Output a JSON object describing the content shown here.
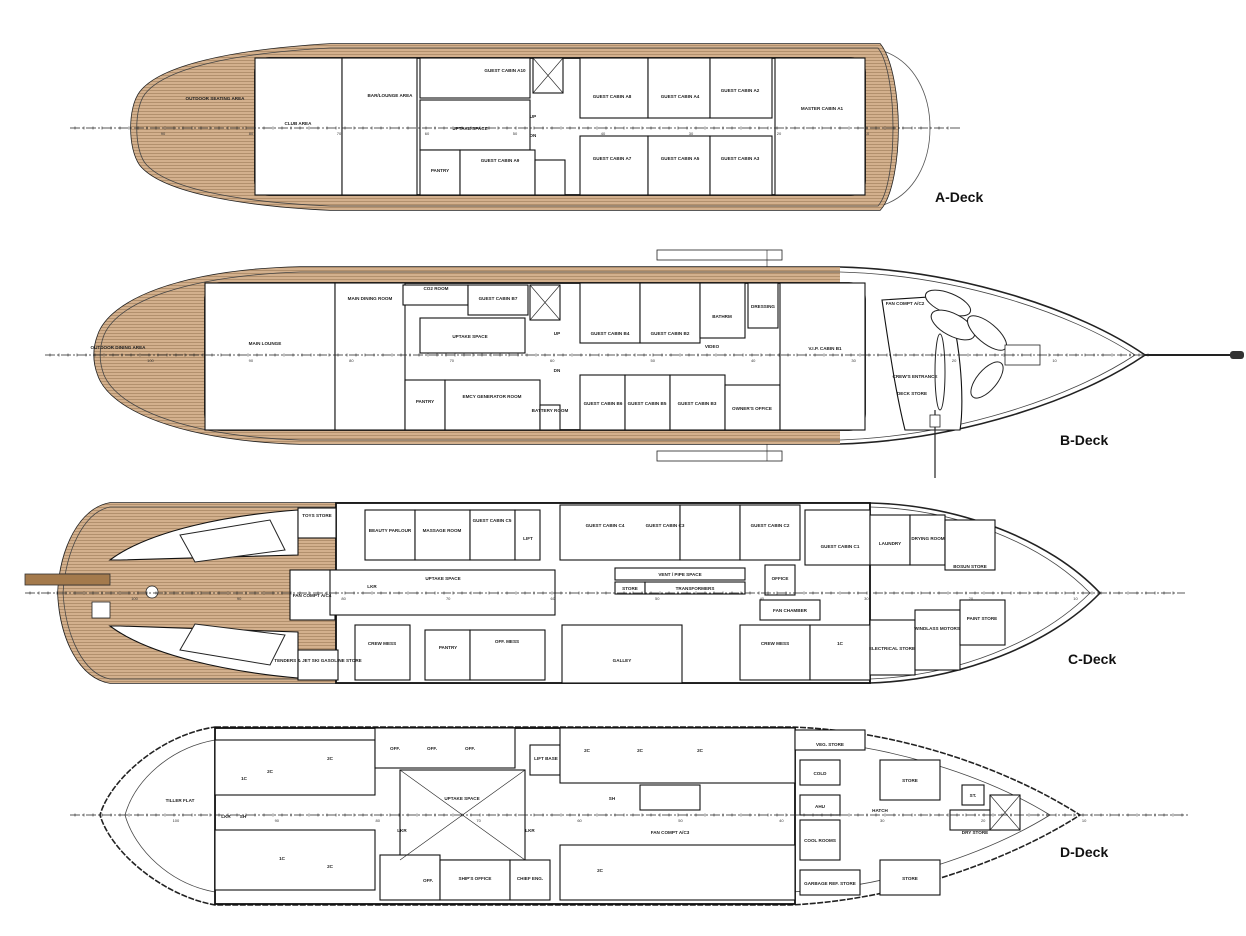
{
  "colors": {
    "teak": "#d3b08d",
    "teak_line": "#9c7a58",
    "bowsprit": "#a47a4c",
    "line": "#111111"
  },
  "decks": [
    {
      "title": "A-Deck",
      "rooms": [
        "OUTDOOR SEATING AREA",
        "CLUB AREA",
        "BAR/LOUNGE AREA",
        "UPTAKE SPACE",
        "PANTRY",
        "GUEST CABIN A9",
        "GUEST CABIN A10",
        "GUEST CABIN A8",
        "GUEST CABIN A4",
        "GUEST CABIN A2",
        "GUEST CABIN A7",
        "GUEST CABIN A5",
        "GUEST CABIN A3",
        "MASTER CABIN A1",
        "UP",
        "DN"
      ],
      "frames": [
        "10",
        "20",
        "30",
        "40",
        "50",
        "60",
        "70",
        "80",
        "90"
      ]
    },
    {
      "title": "B-Deck",
      "rooms": [
        "OUTDOOR DINING AREA",
        "MAIN LOUNGE",
        "MAIN DINING ROOM",
        "CO2 ROOM",
        "GUEST CABIN B7",
        "UPTAKE SPACE",
        "PANTRY",
        "EMCY GENERATOR ROOM",
        "BATTERY ROOM",
        "GUEST CABIN B4",
        "GUEST CABIN B2",
        "BATHRM",
        "DRESSING",
        "VIDEO",
        "V.I.P. CABIN B1",
        "GUEST CABIN B6",
        "GUEST CABIN B5",
        "GUEST CABIN B3",
        "OWNER'S OFFICE",
        "FAN COMPT A/C2",
        "CREW'S ENTRANCE",
        "DECK STORE",
        "UP",
        "DN"
      ],
      "frames": [
        "10",
        "20",
        "30",
        "40",
        "50",
        "60",
        "70",
        "80",
        "90",
        "100"
      ]
    },
    {
      "title": "C-Deck",
      "rooms": [
        "TOYS STORE",
        "TENDERS & JET SKI GASOLINE STORE",
        "FAN COMPT A/C4",
        "BEAUTY PARLOUR",
        "MASSAGE ROOM",
        "GUEST CABIN C5",
        "LIFT",
        "UPTAKE SPACE",
        "LKR",
        "CREW MESS",
        "PANTRY",
        "OFF. MESS",
        "GUEST CABIN C4",
        "GUEST CABIN C3",
        "GUEST CABIN C2",
        "GUEST CABIN C1",
        "VENT / PIPE SPACE",
        "STORE",
        "TRANSFORMERS",
        "GALLEY",
        "OFFICE",
        "FAN CHAMBER",
        "CREW MESS",
        "1C",
        "LAUNDRY",
        "DRYING ROOM",
        "BOSUN STORE",
        "ELECTRICAL STORE",
        "WINDLASS MOTORS",
        "PAINT STORE"
      ],
      "frames": [
        "10",
        "20",
        "30",
        "40",
        "50",
        "60",
        "70",
        "80",
        "90",
        "100"
      ]
    },
    {
      "title": "D-Deck",
      "rooms": [
        "TILLER FLAT",
        "LKR",
        "SH",
        "1C",
        "2C",
        "2C",
        "1C",
        "2C",
        "OFF.",
        "OFF.",
        "OFF.",
        "LIFT BASE",
        "UPTAKE SPACE",
        "LKR",
        "LKR",
        "OFF.",
        "SHIP'S OFFICE",
        "CHIEF ENG.",
        "2C",
        "2C",
        "2C",
        "2C",
        "SH",
        "FAN COMPT A/C3",
        "VEG. STORE",
        "COLD",
        "AHU",
        "COOL ROOMS",
        "GARBAGE REF. STORE",
        "STORE",
        "STORE",
        "ST.",
        "DRY STORE",
        "HATCH"
      ],
      "frames": [
        "10",
        "20",
        "30",
        "40",
        "50",
        "60",
        "70",
        "80",
        "90",
        "100"
      ]
    }
  ]
}
